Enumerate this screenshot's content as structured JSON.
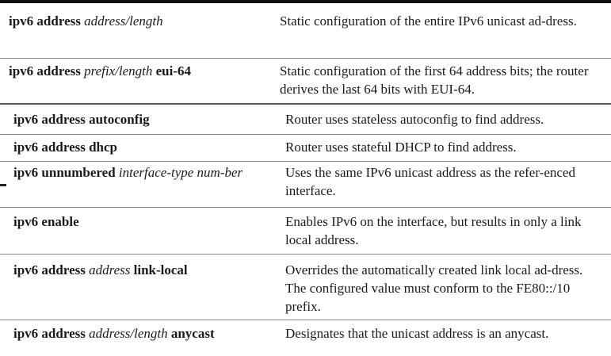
{
  "rows": [
    {
      "command": [
        {
          "text": "ipv6 address ",
          "style": "kw"
        },
        {
          "text": "address/length",
          "style": "it"
        }
      ],
      "description": "Static configuration of the entire IPv6 unicast ad-dress."
    },
    {
      "command": [
        {
          "text": "ipv6 address ",
          "style": "kw"
        },
        {
          "text": "prefix/length",
          "style": "it"
        },
        {
          "text": " eui-64",
          "style": "kw"
        }
      ],
      "description": "Static configuration of the first 64 address bits; the router derives the last 64 bits with EUI-64."
    },
    {
      "command": [
        {
          "text": "ipv6 address autoconfig",
          "style": "kw"
        }
      ],
      "description": "Router uses stateless autoconfig to find address."
    },
    {
      "command": [
        {
          "text": "ipv6 address dhcp",
          "style": "kw"
        }
      ],
      "description": "Router uses stateful DHCP to find address."
    },
    {
      "command": [
        {
          "text": "ipv6 unnumbered ",
          "style": "kw"
        },
        {
          "text": "interface-type num-ber",
          "style": "it"
        }
      ],
      "description": "Uses the same IPv6 unicast address as the refer-enced interface."
    },
    {
      "command": [
        {
          "text": "ipv6 enable",
          "style": "kw"
        }
      ],
      "description": "Enables IPv6 on the interface, but results in only a link local address."
    },
    {
      "command": [
        {
          "text": "ipv6 address ",
          "style": "kw"
        },
        {
          "text": "address",
          "style": "it"
        },
        {
          "text": " link-local",
          "style": "kw"
        }
      ],
      "description": "Overrides the automatically created link local ad-dress. The configured value must conform to the FE80::/10 prefix."
    },
    {
      "command": [
        {
          "text": "ipv6 address ",
          "style": "kw"
        },
        {
          "text": "address/length",
          "style": "it"
        },
        {
          "text": " anycast",
          "style": "kw"
        }
      ],
      "description": "Designates that the unicast address is an anycast."
    }
  ]
}
